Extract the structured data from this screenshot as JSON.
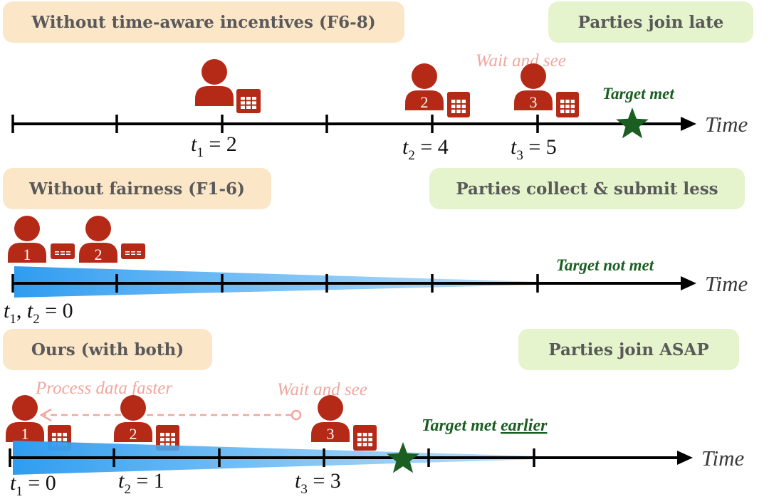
{
  "colors": {
    "scenario_box": "#fbe6c8",
    "outcome_box": "#e5f4cc",
    "box_text": "#595959",
    "axis": "#000000",
    "party": "#b52a16",
    "target_green": "#1a5e22",
    "annotation_pink": "#f0a7a0",
    "blue_wedge": "#37a2f2"
  },
  "icons": {
    "party": "person-icon",
    "dataset": "table-icon",
    "target": "star-icon"
  },
  "panels": [
    {
      "scenario_label": "Without time-aware incentives (F6-8)",
      "outcome_label": "Parties join late",
      "axis_label": "Time",
      "annotations": [
        "Wait and see"
      ],
      "target_text": "Target met",
      "target_emphasis": "",
      "parties": [
        {
          "number": "",
          "time_label": "2"
        },
        {
          "number": "2",
          "time_label": "4"
        },
        {
          "number": "3",
          "time_label": "5"
        }
      ]
    },
    {
      "scenario_label": "Without fairness (F1-6)",
      "outcome_label": "Parties collect & submit less",
      "axis_label": "Time",
      "annotations": [],
      "target_text": "Target not met",
      "target_emphasis": "",
      "parties": [
        {
          "number": "1",
          "time_label": "0"
        },
        {
          "number": "2",
          "time_label": "0"
        }
      ]
    },
    {
      "scenario_label": "Ours (with both)",
      "outcome_label": "Parties join ASAP",
      "axis_label": "Time",
      "annotations": [
        "Process data faster",
        "Wait and see"
      ],
      "target_text": "Target met ",
      "target_emphasis": "earlier",
      "parties": [
        {
          "number": "1",
          "time_label": "0"
        },
        {
          "number": "2",
          "time_label": "1"
        },
        {
          "number": "3",
          "time_label": "3"
        }
      ]
    }
  ]
}
